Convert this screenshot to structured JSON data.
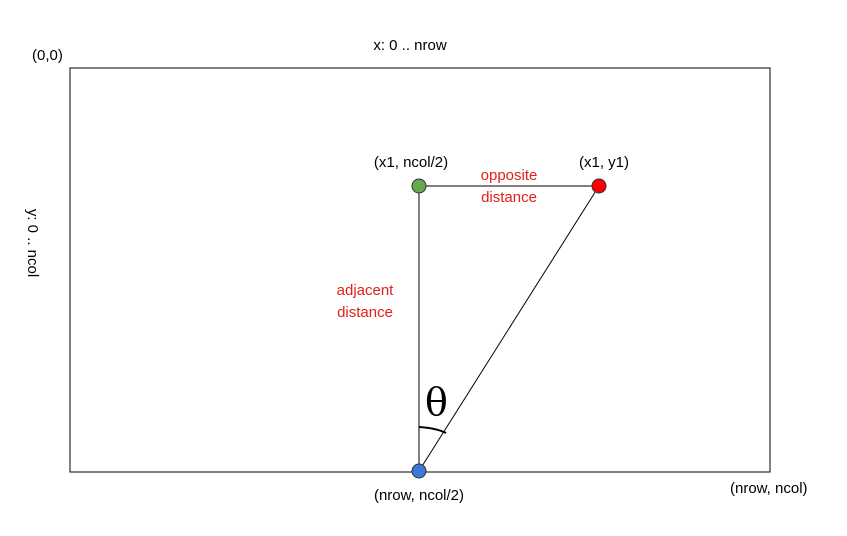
{
  "labels": {
    "origin": "(0,0)",
    "x_range": "x: 0 .. nrow",
    "y_range": "y: 0 .. ncol",
    "far_corner": "(nrow, ncol)",
    "green_point": "(x1, ncol/2)",
    "red_point": "(x1, y1)",
    "blue_point": "(nrow, ncol/2)",
    "opposite_line1": "opposite",
    "opposite_line2": "distance",
    "adjacent_line1": "adjacent",
    "adjacent_line2": "distance",
    "angle": "θ"
  },
  "colors": {
    "green_point": "#6aa84f",
    "red_point": "#ff0000",
    "blue_point": "#3c78d8",
    "annotation": "#e0201b"
  }
}
